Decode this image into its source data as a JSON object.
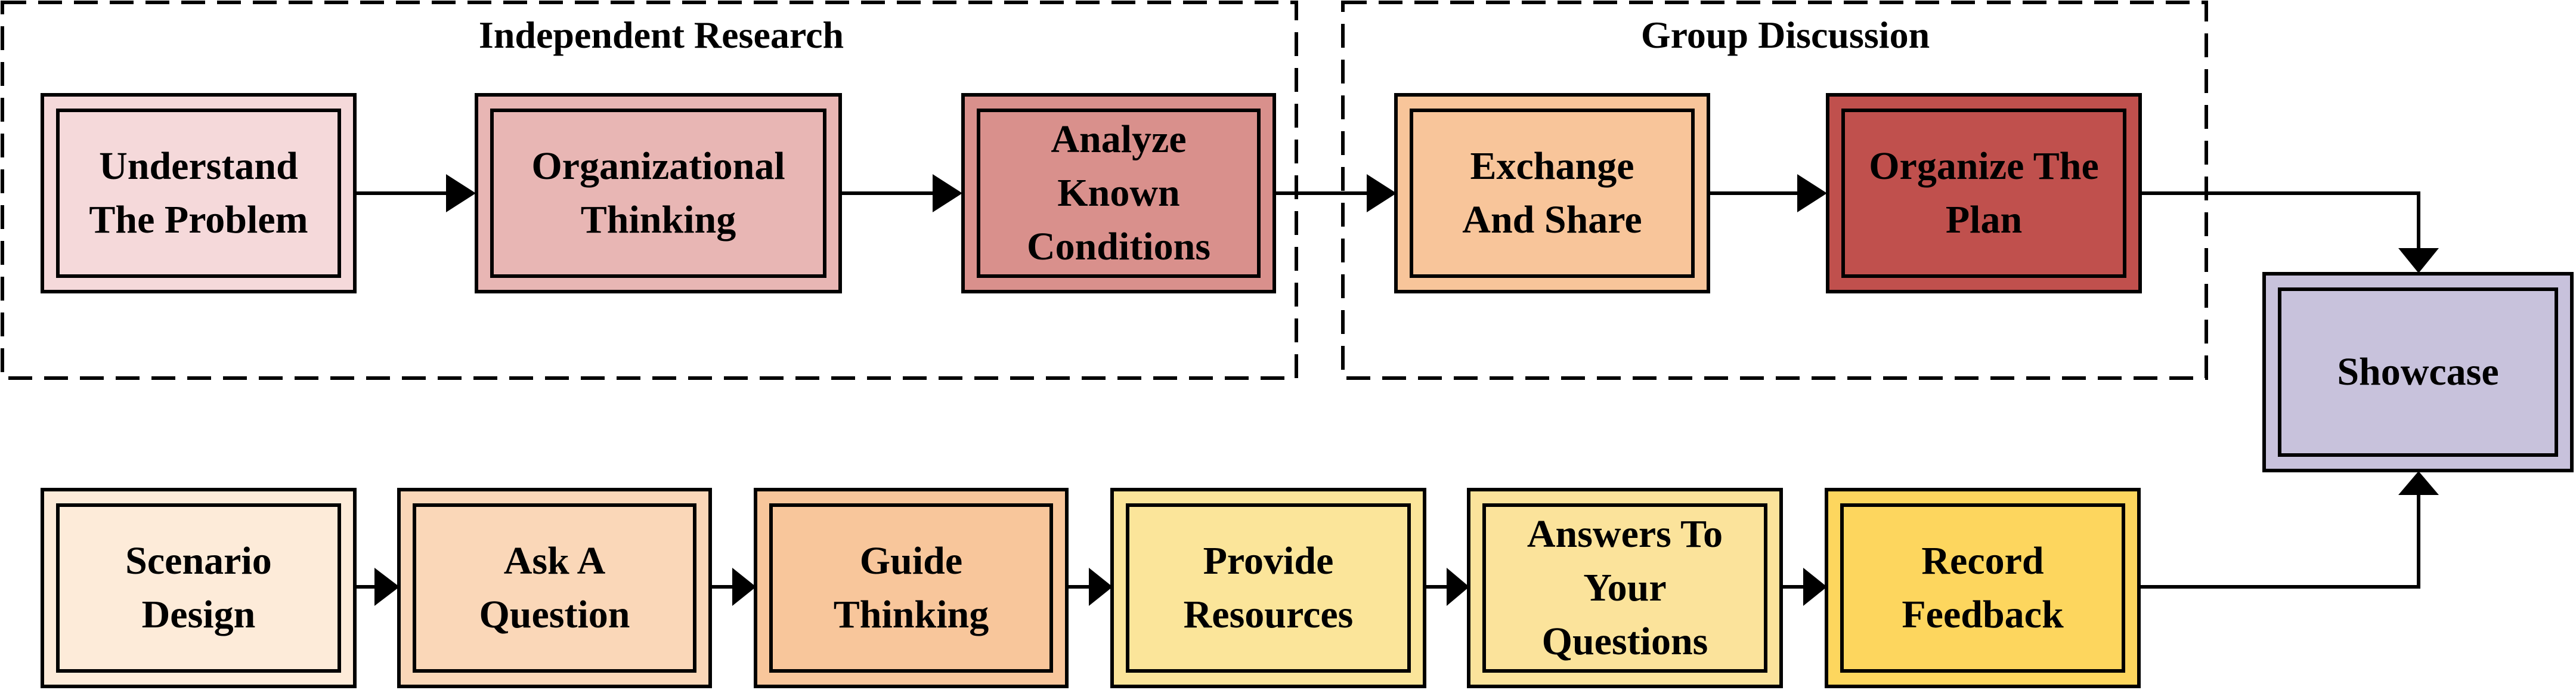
{
  "groups": {
    "independent_research": "Independent Research",
    "group_discussion": "Group Discussion"
  },
  "nodes": {
    "understand": "Understand\nThe Problem",
    "organizational": "Organizational\nThinking",
    "analyze": "Analyze\nKnown\nConditions",
    "exchange": "Exchange\nAnd Share",
    "organize_plan": "Organize The\nPlan",
    "showcase": "Showcase",
    "scenario": "Scenario\nDesign",
    "ask": "Ask A\nQuestion",
    "guide": "Guide\nThinking",
    "provide": "Provide\nResources",
    "answers": "Answers To\nYour\nQuestions",
    "record": "Record\nFeedback"
  },
  "colors": {
    "understand": "#f5d9da",
    "organizational": "#e8b6b4",
    "analyze": "#d9908c",
    "exchange": "#f8c59a",
    "organize_plan": "#c0504d",
    "showcase": "#c8c2dc",
    "scenario": "#fdebd9",
    "ask": "#fad7b8",
    "guide": "#f8c69b",
    "provide": "#fbe59a",
    "answers": "#fbe39b",
    "record": "#fdd65e"
  }
}
